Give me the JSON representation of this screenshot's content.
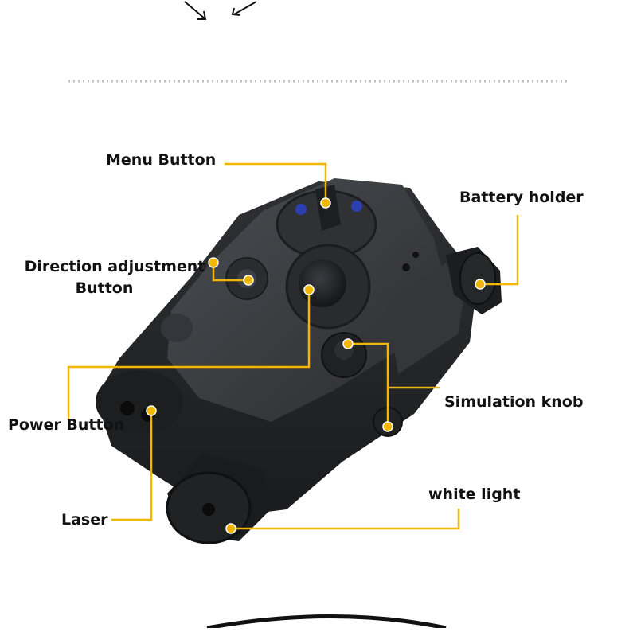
{
  "labels": {
    "menu_button": "Menu Button",
    "battery_holder": "Battery holder",
    "direction_line1": "Direction adjustment",
    "direction_line2": "Button",
    "power_button": "Power Button",
    "simulation_knob": "Simulation knob",
    "white_light": "white light",
    "laser": "Laser"
  },
  "colors": {
    "callout": "#f2b705",
    "device_body": "#3a3d40",
    "device_dark": "#1f2123",
    "screw_blue": "#2b3fb0"
  }
}
